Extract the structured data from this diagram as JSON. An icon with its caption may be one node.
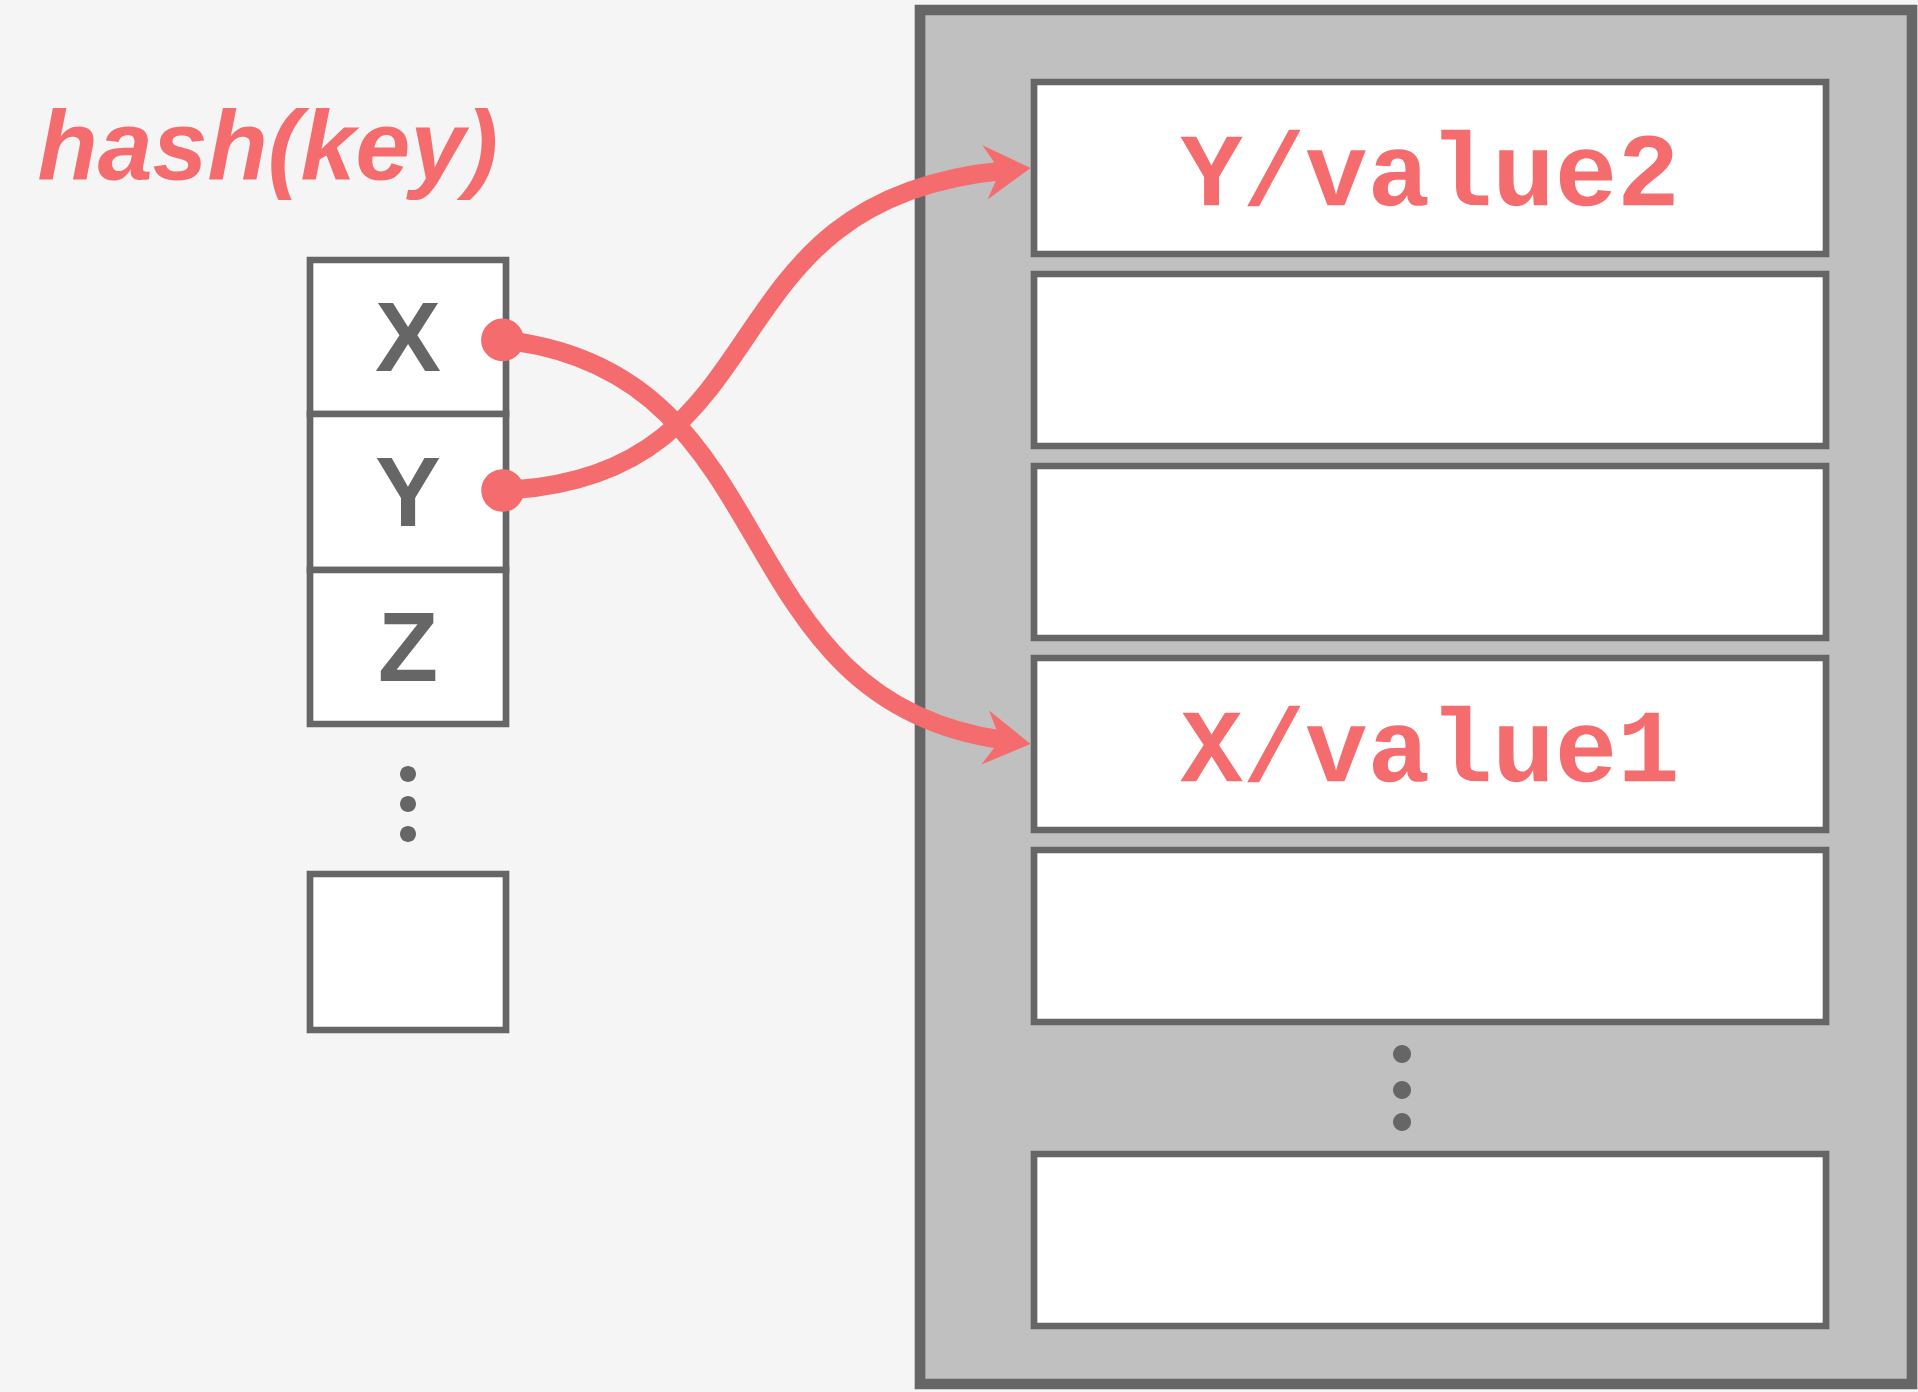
{
  "diagram": {
    "nodes": [
      {
        "text": [
          "X"
        ]
      },
      {
        "text": [
          "Y"
        ]
      },
      {
        "text": [
          "Z"
        ]
      },
      {
        "text": [],
        "shape": "box"
      },
      {
        "text": [],
        "shape": "box"
      },
      {
        "text": [
          "Y/value2"
        ],
        "in": 4
      },
      {
        "text": [],
        "shape": "box",
        "in": 4
      },
      {
        "text": [],
        "shape": "box",
        "in": 4
      },
      {
        "text": [
          "X/value1"
        ],
        "in": 4
      },
      {
        "text": [],
        "shape": "box",
        "in": 4
      },
      {
        "text": [],
        "shape": "box",
        "in": 4
      }
    ],
    "edges": [
      {
        "from": 0,
        "to": 8,
        "arrow": "to"
      },
      {
        "from": 1,
        "to": 5,
        "arrow": "to"
      }
    ],
    "labels": [
      "hash(key)"
    ]
  }
}
